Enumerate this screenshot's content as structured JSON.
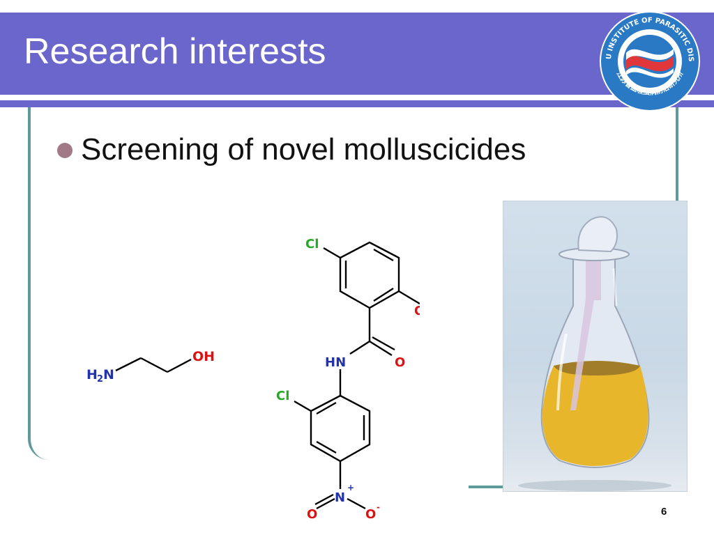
{
  "slide": {
    "title": "Research interests",
    "bullet": "Screening of novel molluscicides",
    "page_number": "6"
  },
  "logo": {
    "ring_text_top": "JIANGSU INSTITUTE OF PARASITIC DISEASES",
    "ring_text_bottom": "江苏省血吸虫病防治研究所"
  },
  "molecule_1": {
    "labels": [
      "H",
      "2",
      "N",
      "OH"
    ]
  },
  "molecule_2": {
    "labels": [
      "Cl",
      "OH",
      "HN",
      "O",
      "Cl",
      "N",
      "+",
      "O",
      "O",
      "-"
    ]
  },
  "colors": {
    "title_bar": "#6a66cc",
    "frame": "#5f9a9a",
    "bullet": "#a07a86",
    "liquid": "#e8b62a",
    "logo_blue": "#2a79c4",
    "logo_red": "#e0373a"
  }
}
